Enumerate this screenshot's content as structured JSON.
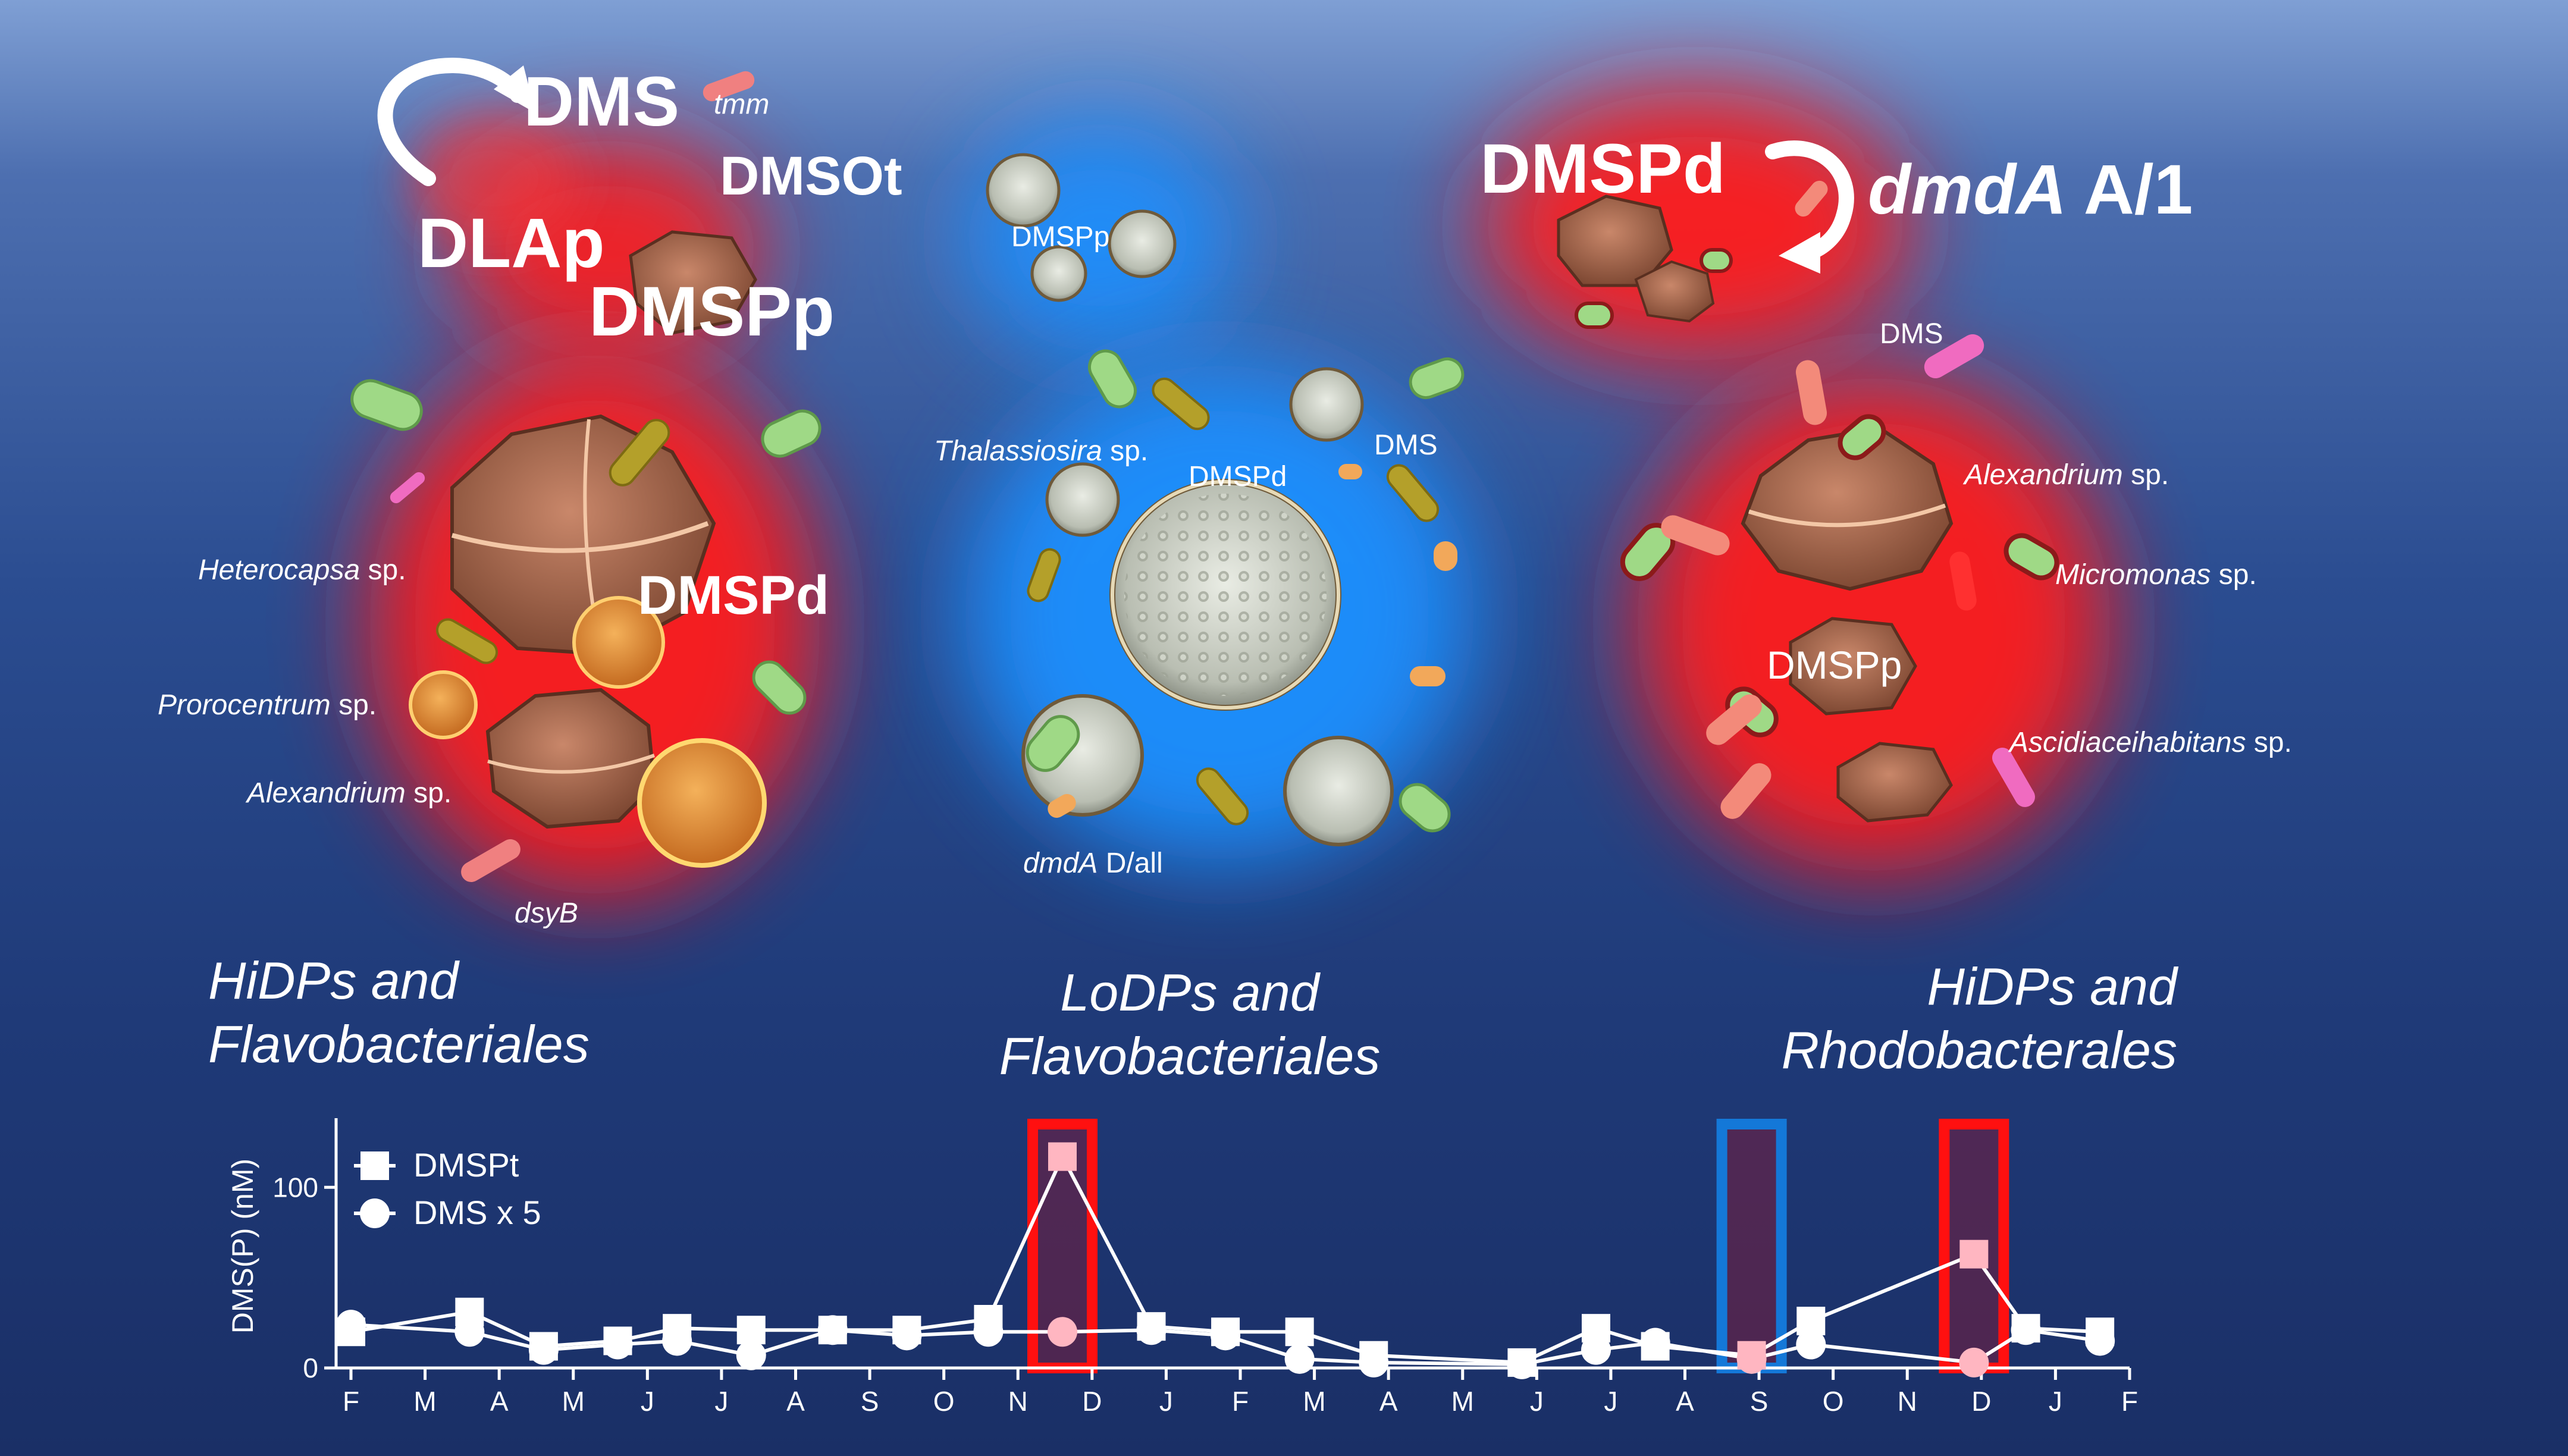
{
  "panel_left": {
    "labels": {
      "dms": "DMS",
      "tmm": "tmm",
      "dmsot": "DMSOt",
      "dlap": "DLAp",
      "dmspp": "DMSPp",
      "dmspd": "DMSPd",
      "heterocapsa": "Heterocapsa",
      "prorocentrum": "Prorocentrum",
      "alexandrium": "Alexandrium",
      "sp": "sp.",
      "dsyb": "dsyB"
    },
    "title_line1": "HiDPs and",
    "title_line2": "Flavobacteriales"
  },
  "panel_center": {
    "labels": {
      "dmspp": "DMSPp",
      "thalassiosira": "Thalassiosira",
      "sp": "sp.",
      "dmspd": "DMSPd",
      "dms": "DMS",
      "dmda": "dmdA",
      "dall": "D/all"
    },
    "title_line1": "LoDPs and",
    "title_line2": "Flavobacteriales"
  },
  "panel_right": {
    "labels": {
      "dmspd": "DMSPd",
      "dmda": "dmdA",
      "a1": "A/1",
      "dms": "DMS",
      "alexandrium": "Alexandrium",
      "micromonas": "Micromonas",
      "dmspp": "DMSPp",
      "ascidiaceihabitans": "Ascidiaceihabitans",
      "sp": "sp."
    },
    "title_line1": "HiDPs and",
    "title_line2": "Rhodobacterales"
  },
  "colors": {
    "hidp_glow": "#ff1a1a",
    "lodp_glow": "#1e90ff",
    "highlight_red": "#ff1010",
    "highlight_blue": "#1478d8",
    "dmspt_point": "#ffb6c1",
    "line": "#ffffff"
  },
  "chart_data": {
    "type": "line",
    "ylabel": "DMS(P) (nM)",
    "xlabel": "",
    "ylim": [
      0,
      135
    ],
    "yticks": [
      0,
      100
    ],
    "x_ticks": [
      "F",
      "M",
      "A",
      "M",
      "J",
      "J",
      "A",
      "S",
      "O",
      "N",
      "D",
      "J",
      "F",
      "M",
      "A",
      "M",
      "J",
      "J",
      "A",
      "S",
      "O",
      "N",
      "D",
      "J",
      "F"
    ],
    "series": [
      {
        "name": "DMSPt",
        "marker": "square",
        "points": [
          {
            "x": 0.0,
            "y": 20
          },
          {
            "x": 1.6,
            "y": 31
          },
          {
            "x": 2.6,
            "y": 12
          },
          {
            "x": 3.6,
            "y": 15
          },
          {
            "x": 4.4,
            "y": 22
          },
          {
            "x": 5.4,
            "y": 21
          },
          {
            "x": 6.5,
            "y": 21
          },
          {
            "x": 7.5,
            "y": 21
          },
          {
            "x": 8.6,
            "y": 27
          },
          {
            "x": 9.6,
            "y": 117
          },
          {
            "x": 10.8,
            "y": 23
          },
          {
            "x": 11.8,
            "y": 20
          },
          {
            "x": 12.8,
            "y": 20
          },
          {
            "x": 13.8,
            "y": 7
          },
          {
            "x": 15.8,
            "y": 3
          },
          {
            "x": 16.8,
            "y": 22
          },
          {
            "x": 17.6,
            "y": 12
          },
          {
            "x": 18.9,
            "y": 7
          },
          {
            "x": 19.7,
            "y": 26
          },
          {
            "x": 21.9,
            "y": 63
          },
          {
            "x": 22.6,
            "y": 22
          },
          {
            "x": 23.6,
            "y": 20
          }
        ]
      },
      {
        "name": "DMS x 5",
        "marker": "circle",
        "points": [
          {
            "x": 0.0,
            "y": 24
          },
          {
            "x": 1.6,
            "y": 20
          },
          {
            "x": 2.6,
            "y": 10
          },
          {
            "x": 3.6,
            "y": 13
          },
          {
            "x": 4.4,
            "y": 15
          },
          {
            "x": 5.4,
            "y": 7
          },
          {
            "x": 6.5,
            "y": 21
          },
          {
            "x": 7.5,
            "y": 18
          },
          {
            "x": 8.6,
            "y": 20
          },
          {
            "x": 9.6,
            "y": 20
          },
          {
            "x": 10.8,
            "y": 21
          },
          {
            "x": 11.8,
            "y": 18
          },
          {
            "x": 12.8,
            "y": 5
          },
          {
            "x": 13.8,
            "y": 3
          },
          {
            "x": 15.8,
            "y": 2
          },
          {
            "x": 16.8,
            "y": 10
          },
          {
            "x": 17.6,
            "y": 14
          },
          {
            "x": 18.9,
            "y": 5
          },
          {
            "x": 19.7,
            "y": 13
          },
          {
            "x": 21.9,
            "y": 3
          },
          {
            "x": 22.6,
            "y": 21
          },
          {
            "x": 23.6,
            "y": 15
          }
        ]
      }
    ],
    "highlights": [
      {
        "x": 9.6,
        "color": "red"
      },
      {
        "x": 18.9,
        "color": "blue"
      },
      {
        "x": 21.9,
        "color": "red"
      }
    ],
    "legend": "top-left"
  }
}
